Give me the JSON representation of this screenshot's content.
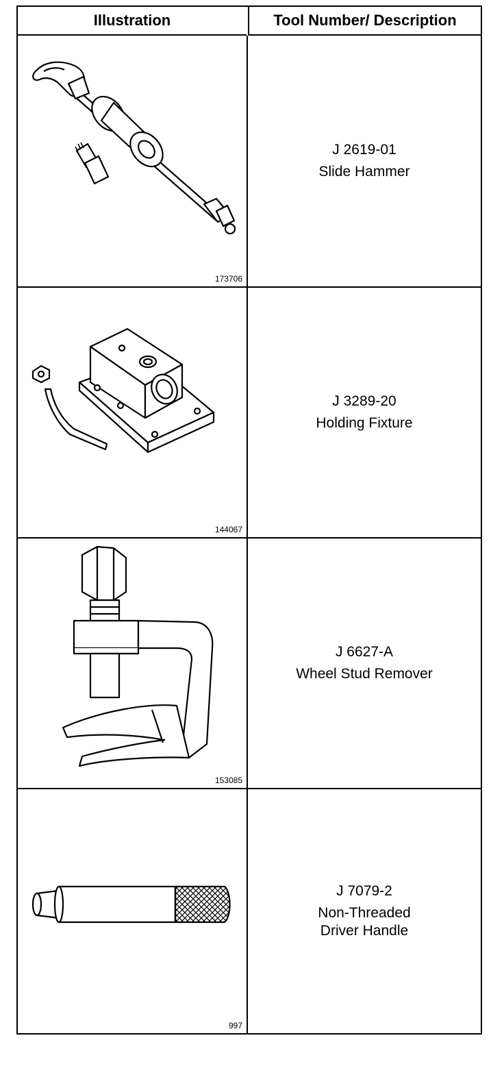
{
  "header": {
    "illustration": "Illustration",
    "description": "Tool Number/ Description"
  },
  "tools": [
    {
      "number": "J 2619-01",
      "name": "Slide Hammer",
      "name2": "",
      "figure": "173706",
      "icon": "slide-hammer-icon"
    },
    {
      "number": "J 3289-20",
      "name": "Holding Fixture",
      "name2": "",
      "figure": "144067",
      "icon": "holding-fixture-icon"
    },
    {
      "number": "J 6627-A",
      "name": "Wheel Stud Remover",
      "name2": "",
      "figure": "153085",
      "icon": "wheel-stud-remover-icon"
    },
    {
      "number": "J 7079-2",
      "name": "Non-Threaded",
      "name2": "Driver Handle",
      "figure": "997",
      "icon": "driver-handle-icon"
    }
  ]
}
